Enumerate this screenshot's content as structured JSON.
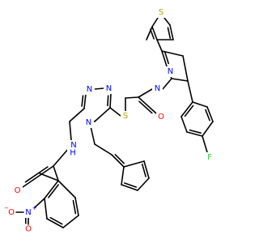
{
  "colors": {
    "carbon": "#000000",
    "nitrogen": "#0000ff",
    "oxygen": "#ff0000",
    "sulfur": "#b3a100",
    "fluorine": "#33cc33",
    "background": "#ffffff"
  },
  "atoms": {
    "s_thiophene": "S",
    "n_pyrazoline_1": "N",
    "n_pyrazoline_2": "N",
    "o_acyl": "O",
    "s_thioether": "S",
    "f_fluoro": "F",
    "n_triazole_1": "N",
    "n_triazole_2": "N",
    "n_triazole_4": "N",
    "o_amide": "O",
    "n_amide": "N",
    "h_amide": "H",
    "n_nitro": "N",
    "o_nitro_minus": "O",
    "o_nitro_double": "O",
    "plus_charge": "+",
    "minus_charge": "−"
  }
}
